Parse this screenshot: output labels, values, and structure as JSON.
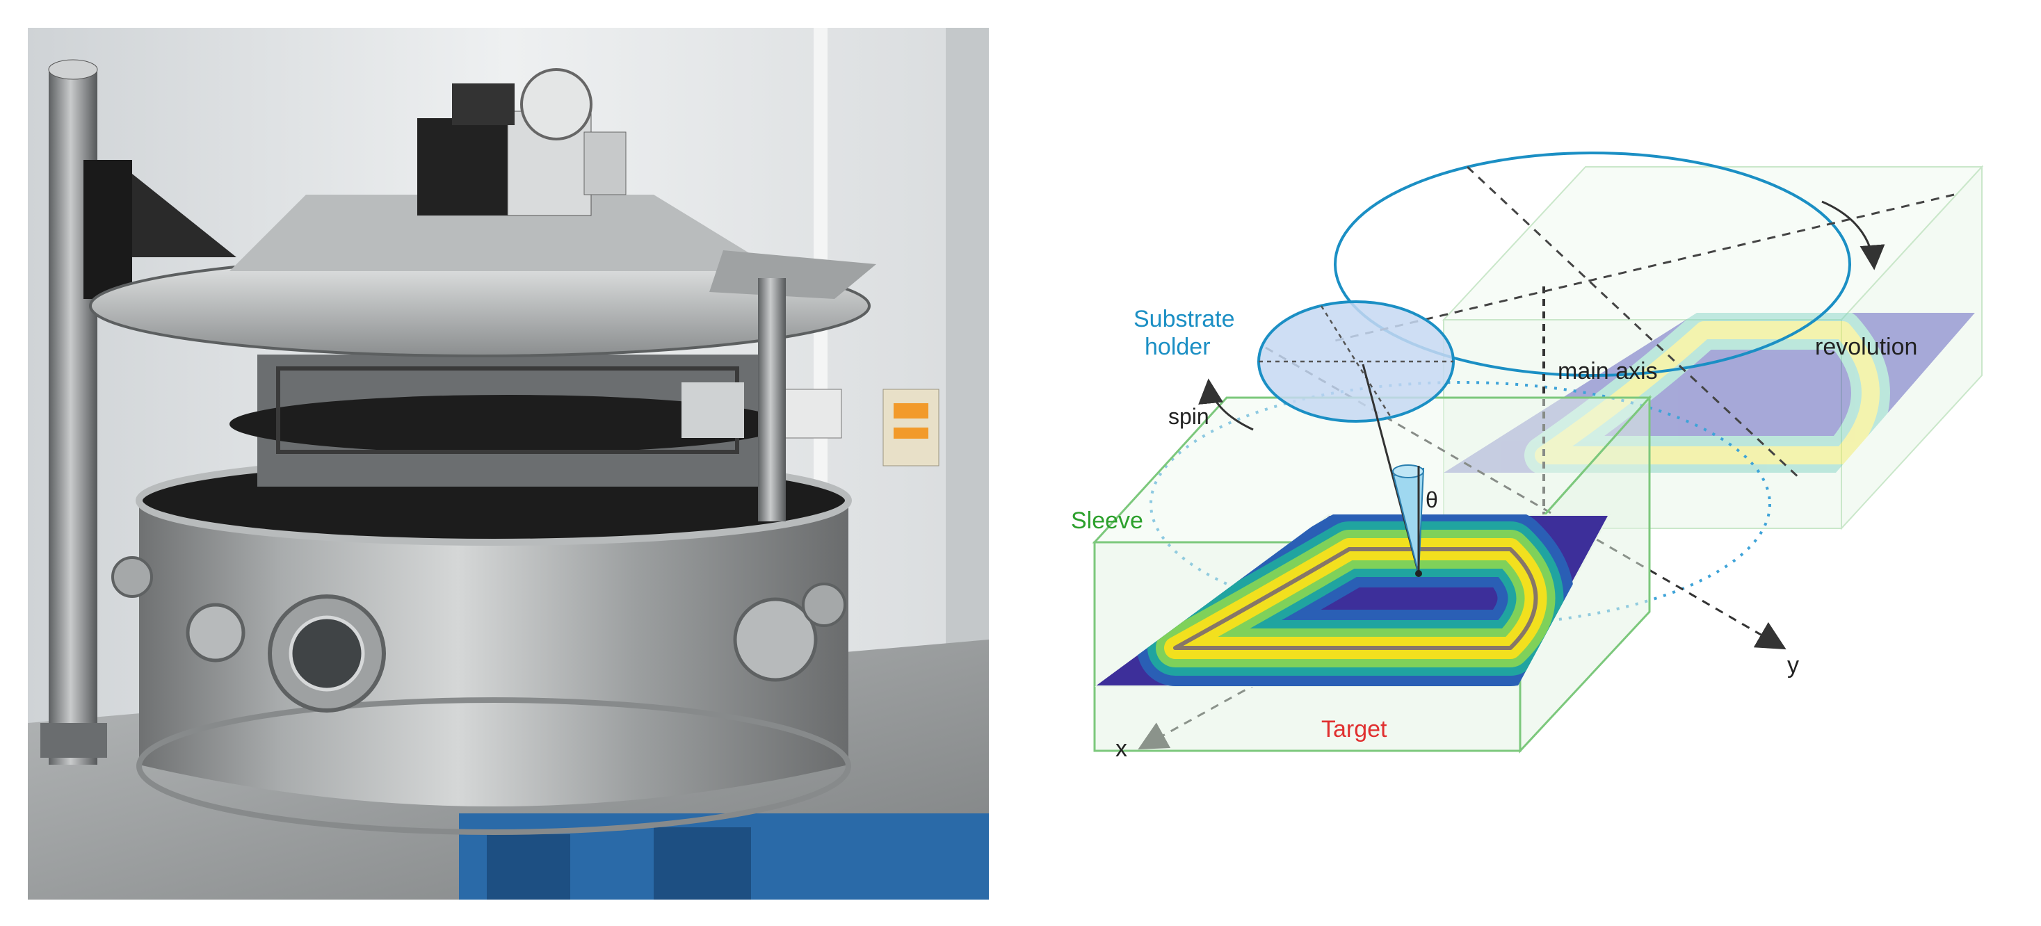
{
  "figure": {
    "photo": {
      "subject": "sputtering-chamber-photo"
    },
    "diagram": {
      "labels": {
        "substrate_holder_line1": "Substrate",
        "substrate_holder_line2": "holder",
        "spin": "spin",
        "sleeve": "Sleeve",
        "main_axis": "main axis",
        "revolution": "revolution",
        "theta": "θ",
        "target": "Target",
        "x_axis": "x",
        "y_axis": "y"
      },
      "colors": {
        "substrate_holder": "#1b8fc4",
        "sleeve": "#2ca02c",
        "target": "#e03030",
        "text": "#222222",
        "erosion_outer": "#3d2f9a",
        "erosion_mid": "#20a4a0",
        "erosion_peak": "#f2e01e"
      }
    }
  }
}
